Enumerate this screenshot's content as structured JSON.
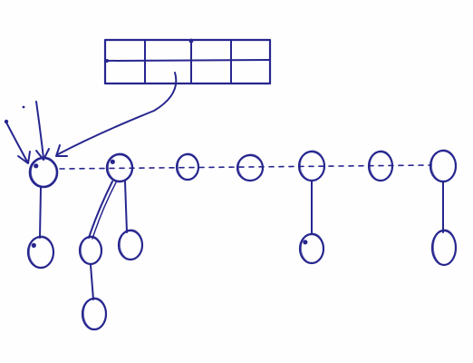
{
  "ink_color": "#27268f",
  "paper_color": "#fefefe",
  "grid": {
    "rows": 2,
    "cols": 4,
    "dots": [
      "top-junction-col-2",
      "left-edge-row-divider"
    ]
  },
  "main_row": [
    {
      "id": "n0",
      "root": true,
      "mark": "dot",
      "children": [
        "c0"
      ]
    },
    {
      "id": "n1",
      "mark": "dot",
      "children": [
        "c1",
        "c2"
      ]
    },
    {
      "id": "n2",
      "children": []
    },
    {
      "id": "n3",
      "children": []
    },
    {
      "id": "n4",
      "children": [
        "c3"
      ]
    },
    {
      "id": "n5",
      "children": []
    },
    {
      "id": "n6",
      "children": [
        "c4"
      ]
    }
  ],
  "children": [
    {
      "id": "c0",
      "mark": "dot"
    },
    {
      "id": "c1",
      "children": [
        "g0"
      ]
    },
    {
      "id": "c2"
    },
    {
      "id": "c3",
      "mark": "dot"
    },
    {
      "id": "c4"
    },
    {
      "id": "g0"
    }
  ],
  "connections": {
    "main_row_style": "dashed",
    "child_style": "solid",
    "grid_to_root": "curved-arrow",
    "external_pointers": 2
  }
}
